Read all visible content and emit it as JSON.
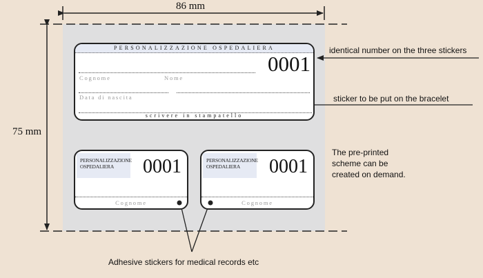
{
  "dimensions": {
    "width_label": "86 mm",
    "height_label": "75 mm"
  },
  "bracelet_sticker": {
    "header": "PERSONALIZZAZIONE OSPEDALIERA",
    "number": "0001",
    "field_surname": "Cognome",
    "field_name": "Nome",
    "field_birthdate": "Data di nascita",
    "footer": "scrivere in stampatello"
  },
  "small_stickers": [
    {
      "header_line1": "PERSONALIZZAZIONE",
      "header_line2": "OSPEDALIERA",
      "number": "0001",
      "field_surname": "Cognome"
    },
    {
      "header_line1": "PERSONALIZZAZIONE",
      "header_line2": "OSPEDALIERA",
      "number": "0001",
      "field_surname": "Cognome"
    }
  ],
  "annotations": {
    "identical_number": "identical number on the three stickers",
    "bracelet": "sticker to be put on the bracelet",
    "preprinted_line1": "The pre-printed",
    "preprinted_line2": "scheme can be",
    "preprinted_line3": "created on demand.",
    "adhesive": "Adhesive stickers for medical records etc"
  },
  "colors": {
    "background": "#efe2d3",
    "panel": "#dfdfe0",
    "header_tint": "#e6eaf4"
  }
}
